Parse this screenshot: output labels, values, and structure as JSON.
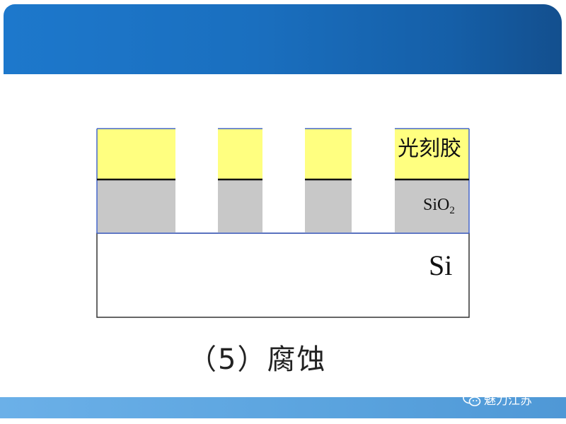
{
  "slide": {
    "layers": {
      "photoresist_label": "光刻胶",
      "oxide_label_base": "SiO",
      "oxide_label_subscript": "2",
      "substrate_label": "Si"
    },
    "caption": "（5）腐蚀",
    "watermark": {
      "icon": "wechat-icon",
      "text": "魅力江苏"
    }
  },
  "colors": {
    "header": "#1a6fbf",
    "footer": "#5aa3de",
    "photoresist": "#ffff80",
    "oxide": "#c8c8c8",
    "substrate": "#ffffff",
    "outline": "#4466cc"
  }
}
